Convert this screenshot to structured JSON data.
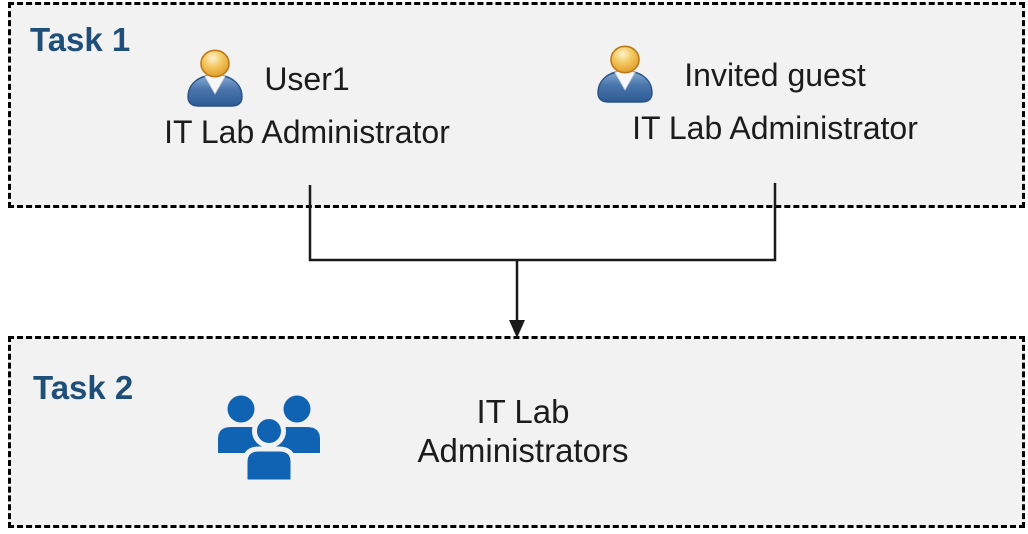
{
  "diagram": {
    "type": "task-flow",
    "task1": {
      "label": "Task 1",
      "persons": [
        {
          "name": "User1",
          "role": "IT Lab Administrator",
          "icon": "user-icon"
        },
        {
          "name": "Invited guest",
          "role": "IT Lab Administrator",
          "icon": "user-icon"
        }
      ]
    },
    "task2": {
      "label": "Task 2",
      "group": {
        "icon": "group-icon",
        "name_line1": "IT Lab",
        "name_line2": "Administrators"
      }
    },
    "connector": {
      "type": "merge-arrow",
      "from": [
        "User1 / IT Lab Administrator",
        "Invited guest / IT Lab Administrator"
      ],
      "to": "IT Lab Administrators"
    }
  },
  "colors": {
    "box_background": "#f2f2f2",
    "box_border": "#000000",
    "task_label": "#1f4e79",
    "body_text": "#1c1c1c",
    "connector": "#1a1a1a",
    "group_icon_blue": "#1062b2",
    "user_icon_head_orange": "#e09a2e",
    "user_icon_body_blue": "#3b66a0"
  }
}
